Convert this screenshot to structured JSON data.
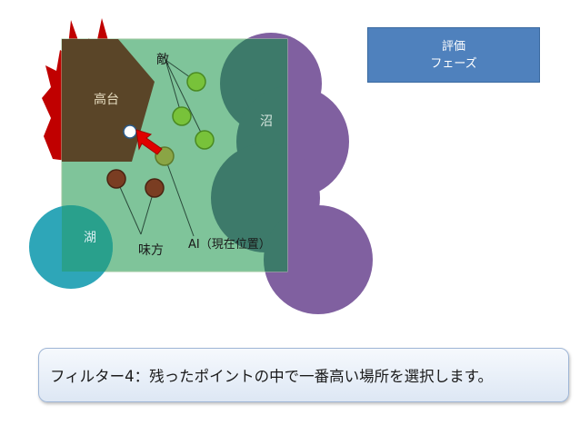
{
  "labels": {
    "plateau": "高台",
    "enemy": "敵",
    "swamp": "沼",
    "lake": "湖",
    "ally": "味方",
    "ai": "AI（現在位置）"
  },
  "phase": {
    "line1": "評価",
    "line2": "フェーズ"
  },
  "caption": "フィルター4：残ったポイントの中で一番高い場所を選択します。",
  "colors": {
    "field": "#7fc49a",
    "plateau": "#5a4528",
    "swamp": "#8060a0",
    "swamp_overlap": "#3d7a6a",
    "lake": "#2ea6b8",
    "flame": "#c00000",
    "enemy_unit": "#78c23a",
    "ally_unit": "#7a3d22",
    "ai_unit": "#8aa545",
    "arrow": "#e00000",
    "phase_box": "#4f81bd"
  }
}
